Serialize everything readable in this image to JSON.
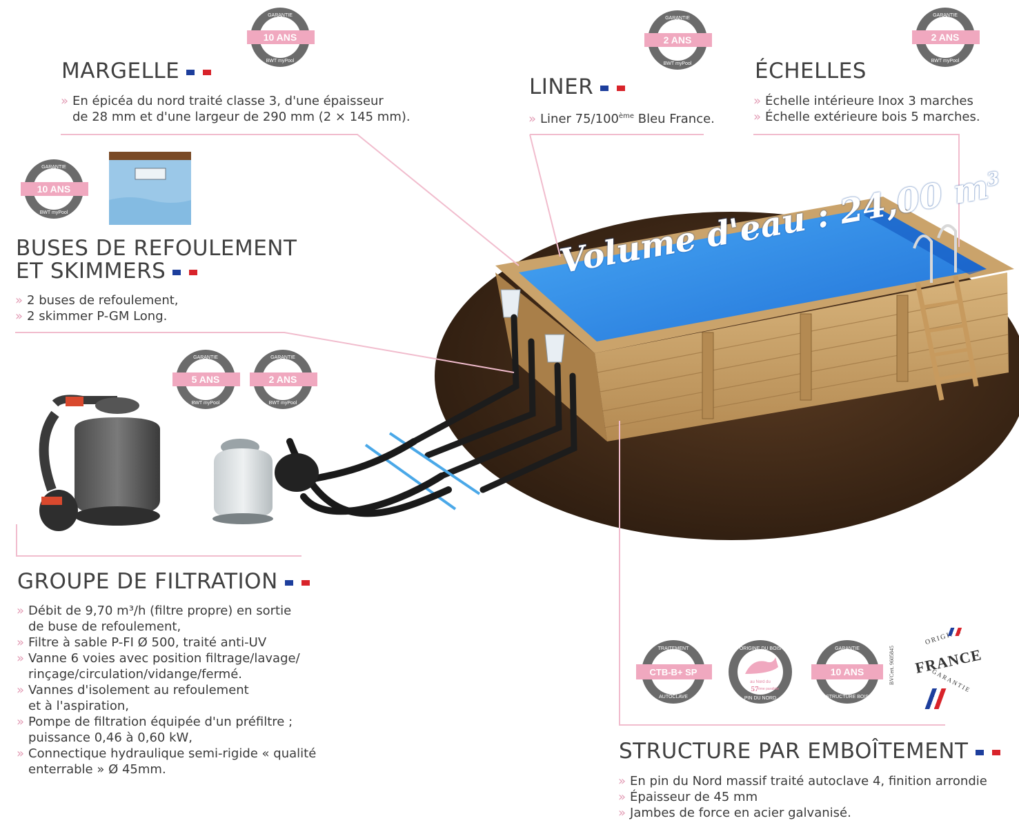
{
  "sections": {
    "margelle": {
      "title": "MARGELLE",
      "lines": [
        "En épicéa du nord traité classe 3, d'une épaisseur",
        "de 28 mm et d'une largeur de 290 mm (2 × 145 mm)."
      ]
    },
    "liner": {
      "title": "LINER",
      "text_a": "Liner 75/100",
      "sup": "ème",
      "text_b": " Bleu France."
    },
    "echelles": {
      "title": "ÉCHELLES",
      "lines": [
        "Échelle intérieure Inox 3 marches",
        "Échelle extérieure bois 5 marches."
      ]
    },
    "buses": {
      "title1": "BUSES DE REFOULEMENT",
      "title2": "ET SKIMMERS",
      "lines": [
        "2 buses de refoulement,",
        "2 skimmer P-GM Long."
      ]
    },
    "filtration": {
      "title": "GROUPE DE FILTRATION",
      "items": [
        [
          "Débit de 9,70 m³/h (filtre propre) en sortie",
          "de buse de refoulement,"
        ],
        [
          "Filtre à sable P-FI Ø 500, traité anti-UV"
        ],
        [
          "Vanne 6 voies avec position filtrage/lavage/",
          "rinçage/circulation/vidange/fermé."
        ],
        [
          "Vannes d'isolement au refoulement",
          "et à l'aspiration,"
        ],
        [
          "Pompe de filtration équipée d'un préfiltre ;",
          "puissance 0,46 à 0,60 kW,"
        ],
        [
          "Connectique hydraulique semi-rigide « qualité",
          "enterrable » Ø 45mm."
        ]
      ]
    },
    "structure": {
      "title": "STRUCTURE PAR EMBOÎTEMENT",
      "lines": [
        "En pin du Nord massif traité autoclave 4, finition arrondie",
        "Épaisseur de 45 mm",
        "Jambes de force en acier galvanisé."
      ]
    }
  },
  "volume": {
    "label": "Volume d'eau : 24,00 m",
    "sup": "3"
  },
  "badges": {
    "garantie_top": "GARANTIE",
    "brand": "BWT myPool",
    "margelle": "10 ANS",
    "liner": "2 ANS",
    "echelles": "2 ANS",
    "buses": "10 ANS",
    "filtre_a": "5 ANS",
    "filtre_b": "2 ANS",
    "traitement_top": "TRAITEMENT",
    "traitement_band": "CTB-B+ SP",
    "traitement_bottom": "AUTOCLAVE",
    "origine_top": "ORIGINE DU BOIS",
    "origine_center1": "au Nord du",
    "origine_center2": "57",
    "origine_center3": "ème parallèle",
    "origine_bottom": "PIN DU NORD",
    "structure_band": "10 ANS",
    "structure_bottom": "STRUCTURE BOIS"
  },
  "france_seal": {
    "top": "ORIGINE",
    "word": "FRANCE",
    "bottom": "GARANTIE",
    "cert": "BVCert. 9605845"
  },
  "colors": {
    "pink_line": "#f1bccd",
    "pink_band": "#f0a8bf",
    "badge_ring": "#5a5a5a",
    "water": "#2a8fe6",
    "soil": "#3b2617",
    "wood": "#c9a46e"
  }
}
